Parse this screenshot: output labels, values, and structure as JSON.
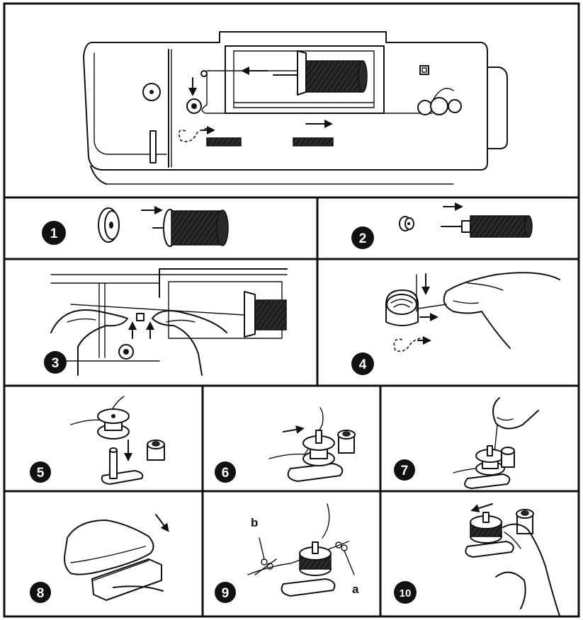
{
  "steps": [
    {
      "number": "1"
    },
    {
      "number": "2"
    },
    {
      "number": "3"
    },
    {
      "number": "4"
    },
    {
      "number": "5"
    },
    {
      "number": "6"
    },
    {
      "number": "7"
    },
    {
      "number": "8"
    },
    {
      "number": "9"
    },
    {
      "number": "10"
    }
  ],
  "labels": {
    "a": "a",
    "b": "b"
  }
}
